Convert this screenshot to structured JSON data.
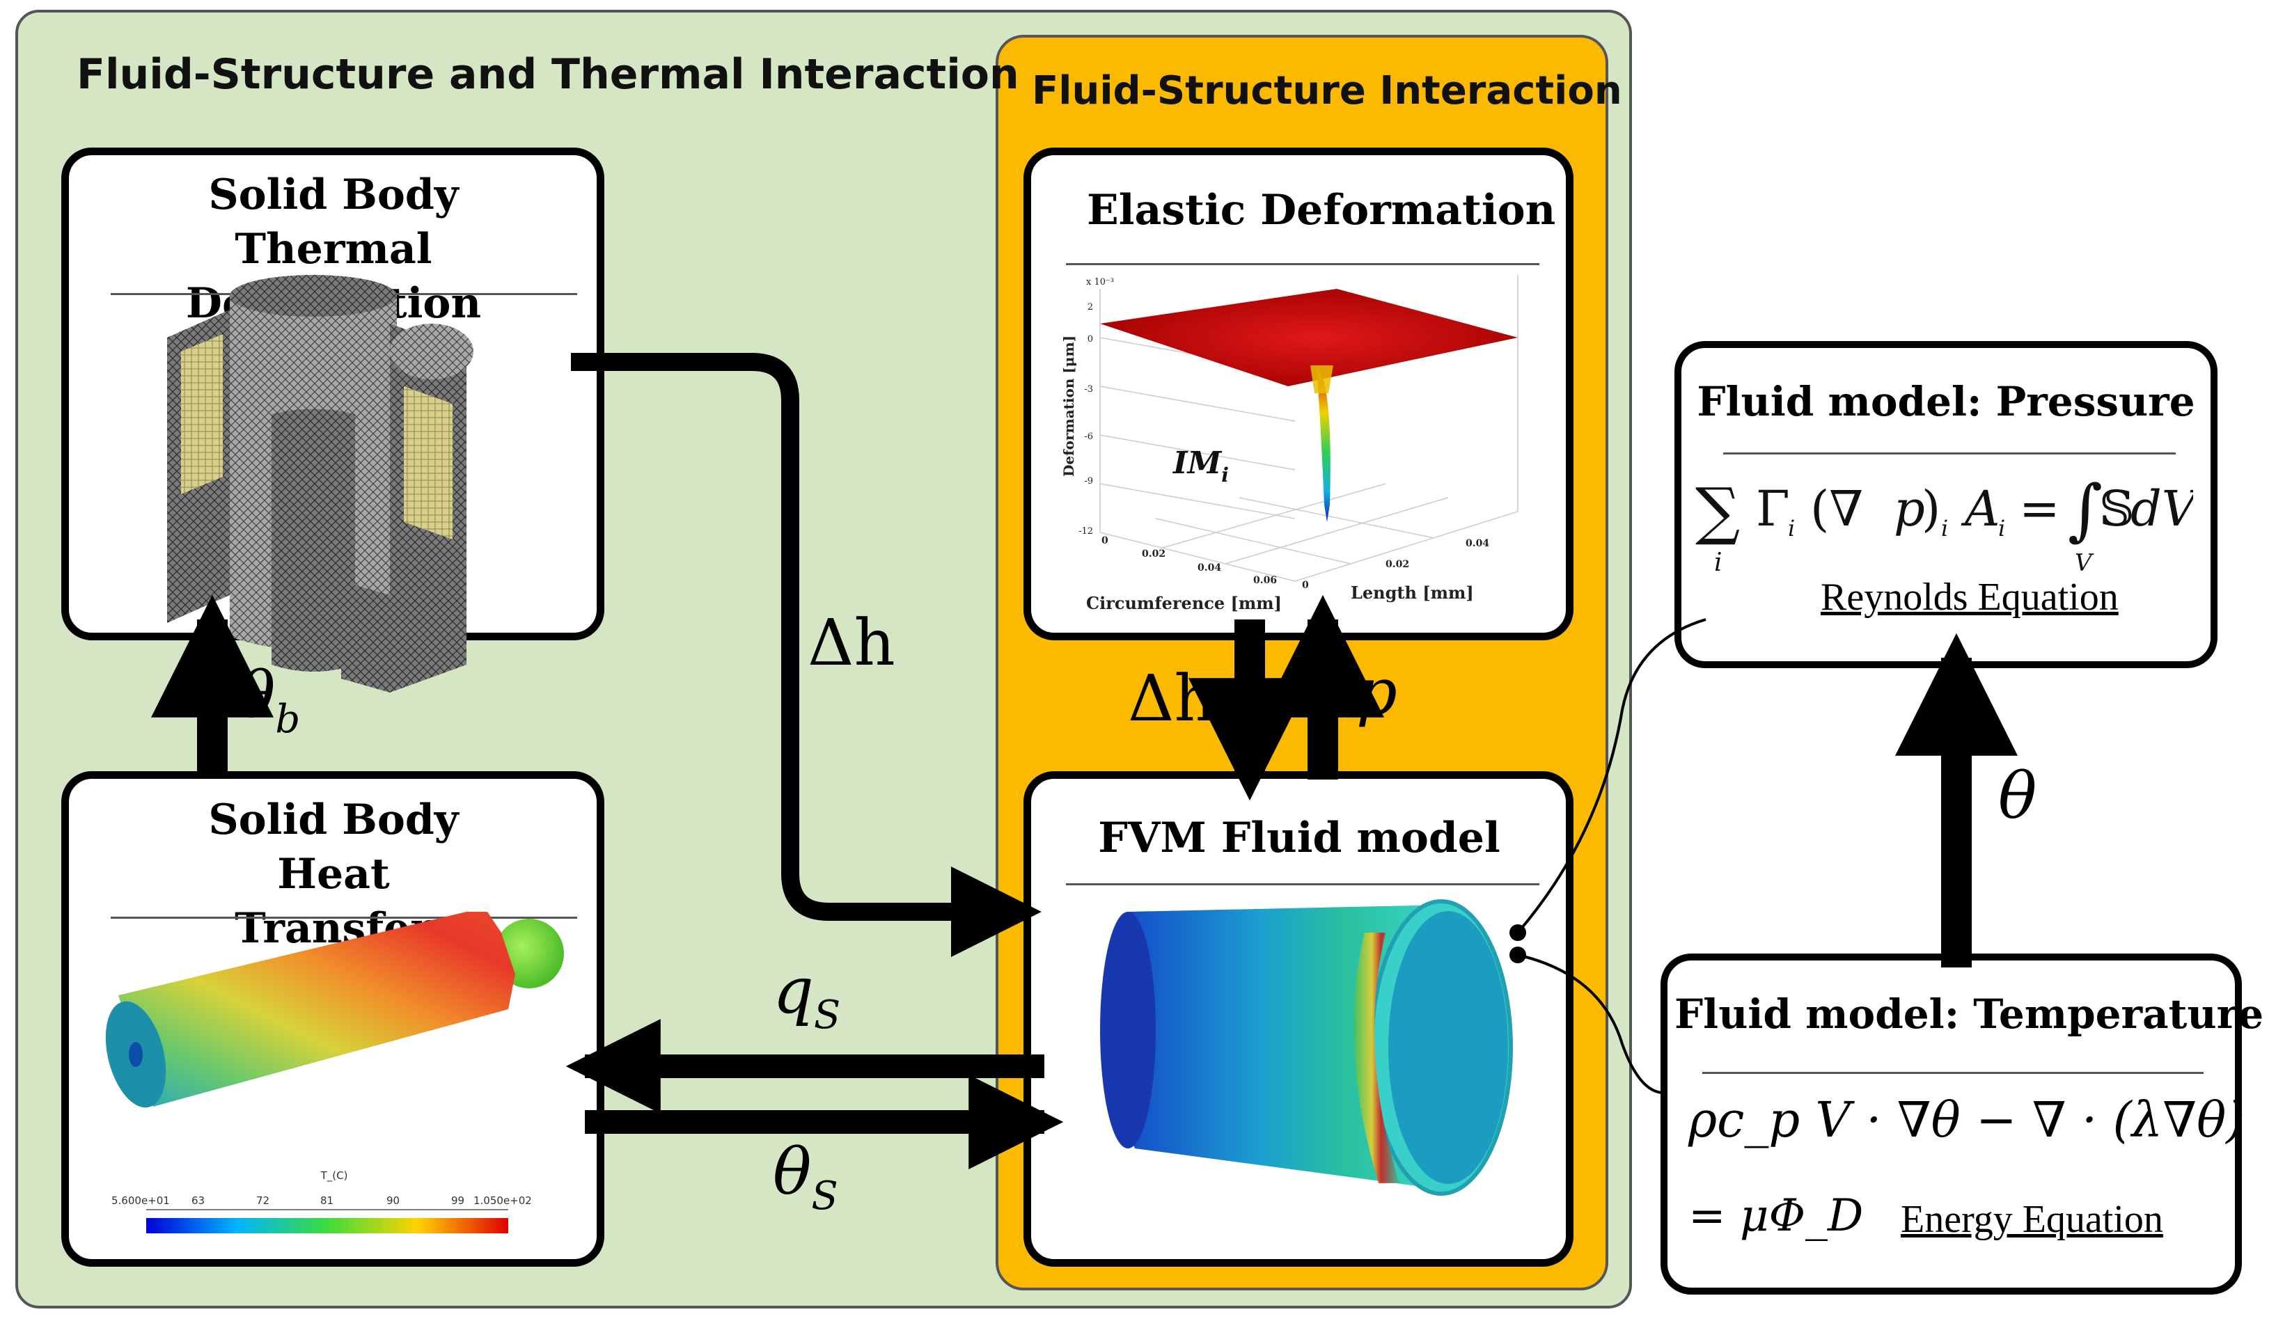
{
  "headers": {
    "outer": "Fluid-Structure and Thermal Interaction",
    "inner": "Fluid-Structure Interaction"
  },
  "boxes": {
    "thermal_deformation": "Solid Body Thermal Deformation",
    "heat_transfer": "Solid Body Heat Transfer",
    "elastic_deformation": "Elastic Deformation",
    "fvm_fluid": "FVM Fluid model",
    "pressure": "Fluid model: Pressure",
    "temperature": "Fluid model: Temperature"
  },
  "arrow_labels": {
    "delta_h_main": "Δh",
    "delta_h_fsi": "Δh",
    "p": "p",
    "theta_b": "θ",
    "theta_b_sub": "b",
    "q_s": "q",
    "q_s_sub": "S",
    "theta_s": "θ",
    "theta_s_sub": "S",
    "theta": "θ"
  },
  "pressure_box": {
    "equation_caption": "Reynolds Equation"
  },
  "temperature_box": {
    "line1": "ρc_p V · ∇θ − ∇ · (λ∇θ)",
    "line2": "= μΦ_D",
    "equation_caption": "Energy Equation"
  },
  "elastic_plot": {
    "z_label": "Deformation [μm]",
    "x_label": "Circumference [mm]",
    "y_label": "Length [mm]",
    "z_scale": "x 10⁻³",
    "z_ticks": [
      "2",
      "0",
      "-3",
      "-6",
      "-9",
      "-12"
    ],
    "x_ticks": [
      "0",
      "0.02",
      "0.04",
      "0.06"
    ],
    "y_ticks": [
      "0",
      "0.02",
      "0.04"
    ],
    "annotation": "IM",
    "annotation_sub": "i"
  },
  "heat_colorbar": {
    "title": "T_(C)",
    "min": "5.600e+01",
    "max": "1.050e+02",
    "ticks": [
      "63",
      "72",
      "81",
      "90",
      "99"
    ]
  },
  "colors": {
    "outer_bg": "#d5e6c5",
    "inner_bg": "#fbb900",
    "arrows": "#000000"
  }
}
